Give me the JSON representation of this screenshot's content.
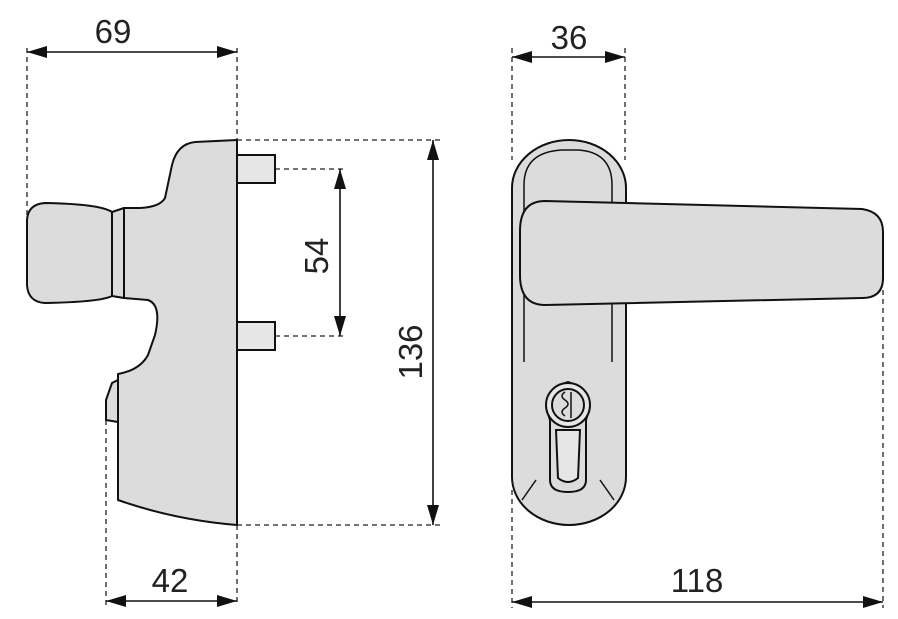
{
  "dimensions": {
    "overall_depth": "69",
    "plate_width": "36",
    "pin_spacing": "54",
    "total_height": "136",
    "body_depth": "42",
    "lever_length": "118"
  }
}
